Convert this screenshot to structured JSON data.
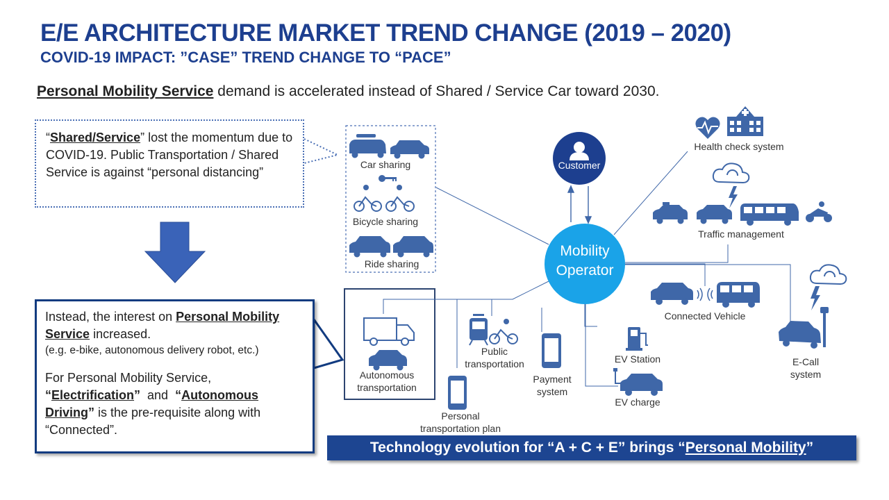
{
  "title": "E/E ARCHITECTURE MARKET TREND CHANGE (2019 – 2020)",
  "subtitle": "COVID-19 IMPACT: ”CASE” TREND CHANGE TO “PACE”",
  "headline": {
    "emphasis": "Personal Mobility Service",
    "rest": " demand is accelerated instead of Shared / Service Car toward 2030."
  },
  "callout_top": {
    "q_open": "“",
    "emphasis": "Shared/Service",
    "rest": "” lost the momentum due to COVID-19.  Public Transportation  / Shared Service is against “personal distancing”"
  },
  "callout_bottom": {
    "p1_pre": "Instead, the interest on ",
    "p1_emphasis": "Personal Mobility  Service",
    "p1_post": " increased.",
    "p1_example": "(e.g. e-bike, autonomous delivery robot, etc.)",
    "p2_pre": "For Personal Mobility Service,",
    "p2_q1_open": "“",
    "p2_emph1": "Electrification",
    "p2_q1_close": "”",
    "p2_and": "  and  ",
    "p2_q2_open": "“",
    "p2_emph2": "Autonomous Driving",
    "p2_q2_close": "”",
    "p2_post": " is the pre-requisite along with “Connected”."
  },
  "banner": {
    "pre": "Technology evolution for “A + C + E” brings “",
    "emphasis": "Personal Mobility",
    "post": "”"
  },
  "nodes": {
    "operator": "Mobility Operator",
    "customer": "Customer",
    "car_sharing": "Car sharing",
    "bicycle_sharing": "Bicycle sharing",
    "ride_sharing": "Ride sharing",
    "health_check": "Health check system",
    "traffic_management": "Traffic management",
    "connected_vehicle": "Connected Vehicle",
    "ecall": "E-Call system",
    "ev_station": "EV Station",
    "ev_charge": "EV charge",
    "payment": "Payment system",
    "public_transport": "Public transportation",
    "personal_plan": "Personal transportation plan",
    "autonomous": "Autonomous transportation"
  },
  "colors": {
    "title": "#1d3f8f",
    "icon": "#3f67a8",
    "operator": "#1aa3e8",
    "customer": "#1d3f8f",
    "banner": "#1d4591"
  }
}
